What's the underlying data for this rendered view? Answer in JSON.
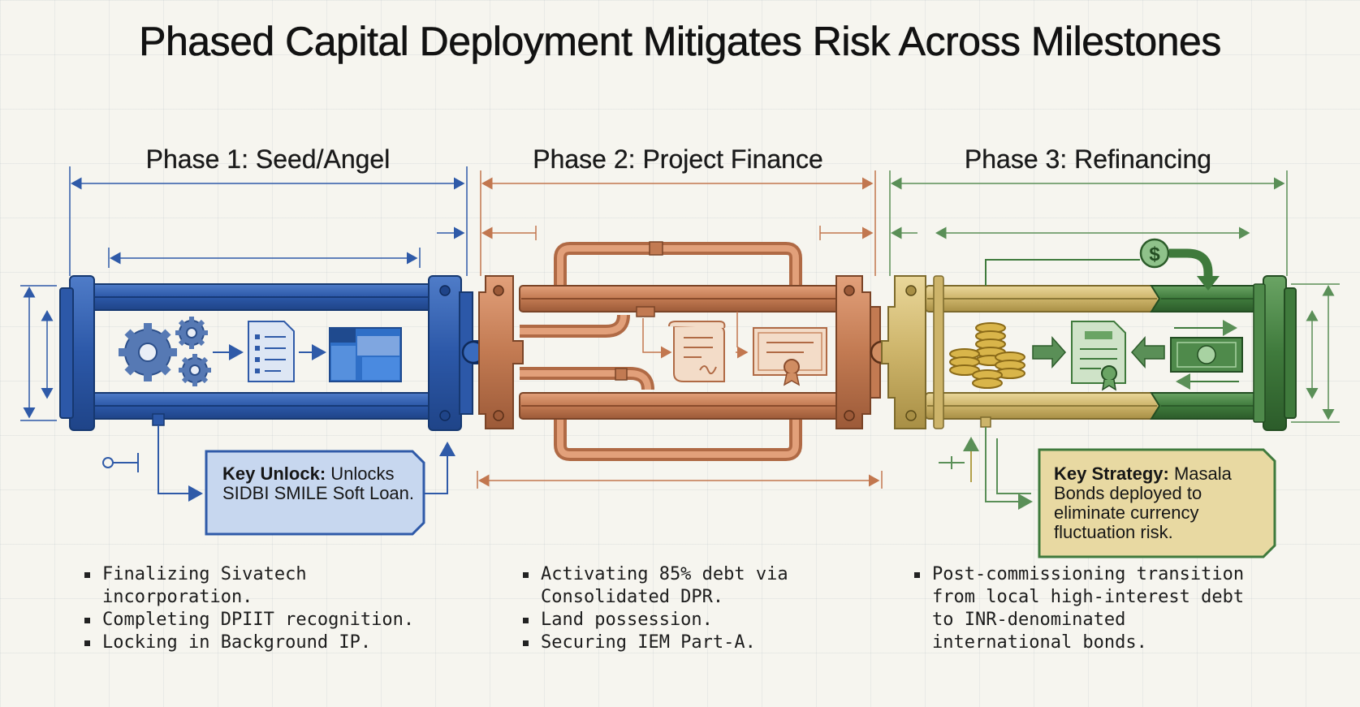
{
  "title": "Phased Capital Deployment Mitigates Risk Across Milestones",
  "phases": [
    {
      "title": "Phase 1: Seed/Angel",
      "color": "#2f5aa8",
      "icons": [
        "gears-icon",
        "document-list-icon",
        "folder-window-icon"
      ],
      "callout": {
        "label": "Key Unlock:",
        "text": " Unlocks SIDBI SMILE Soft Loan."
      },
      "bullets": [
        "Finalizing Sivatech incorporation.",
        "Completing DPIIT recognition.",
        "Locking in Background IP."
      ]
    },
    {
      "title": "Phase 2: Project Finance",
      "color": "#c2774f",
      "icons": [
        "scroll-document-icon",
        "certificate-icon"
      ],
      "bullets": [
        "Activating 85% debt via Consolidated DPR.",
        "Land possession.",
        "Securing IEM Part-A."
      ]
    },
    {
      "title": "Phase 3: Refinancing",
      "color": "#c9b36a",
      "accent": "#3f7a3c",
      "icons": [
        "coin-stacks-icon",
        "bond-certificate-icon",
        "banknote-icon",
        "dollar-coin-icon"
      ],
      "callout": {
        "label": "Key Strategy:",
        "text": " Masala Bonds deployed to eliminate currency fluctuation risk."
      },
      "bullets": [
        "Post-commissioning transition from local high-interest debt to INR-denominated international bonds."
      ]
    }
  ]
}
